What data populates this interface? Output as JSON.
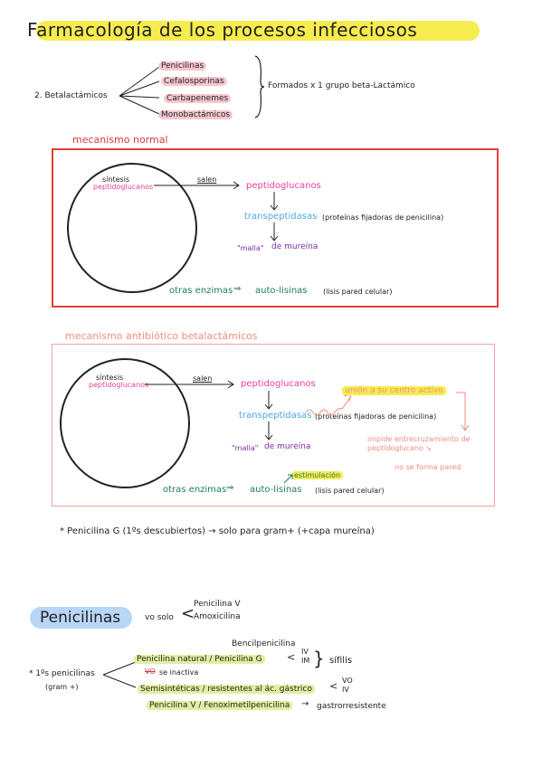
{
  "title": "Farmacología de los procesos infecciosos",
  "betalactam": {
    "label": "2. Betalactámicos",
    "items": [
      "Penicilinas",
      "Cefalosporinas",
      "Carbapenemes",
      "Monobactámicos"
    ],
    "note": "Formados x 1 grupo beta-Lactámico"
  },
  "normal": {
    "heading": "mecanismo normal",
    "sintesis": "síntesis",
    "peptido_small": "peptidoglucanos",
    "salen": "salen",
    "peptido": "peptidoglucanos",
    "transp": "transpeptidasas",
    "transp_note": "(proteínas fijadoras de penicilina)",
    "malla": "\"malla\"",
    "mureina": "de mureína",
    "otras": "otras enzimas",
    "auto": "auto-lisinas",
    "lisis": "(lisis pared celular)"
  },
  "antibiotico": {
    "heading": "mecanismo antibiótico betalactámicos",
    "sintesis": "síntesis",
    "peptido_small": "peptidoglucanos",
    "salen": "salen",
    "peptido": "peptidoglucanos",
    "transp": "transpeptidasas",
    "transp_note": "(proteínas fijadoras de penicilina)",
    "malla": "\"malla\"",
    "mureina": "de mureína",
    "union": "unión a su centro activo",
    "impide": "impide entrecruzamiento de",
    "impide2": "peptidoglucano",
    "no_forma": "no se forma pared",
    "estimulacion": "estimulación",
    "otras": "otras enzimas",
    "auto": "auto-lisinas",
    "lisis": "(lisis pared celular)"
  },
  "penicilina_g_note": "* Penicilina G (1ºs descubiertos) → solo para gram+ (+capa mureína)",
  "penicilinas": {
    "heading": "Penicilinas",
    "vo_solo": "vo solo",
    "vo_items": [
      "Penicilina V",
      "Amoxicilina"
    ],
    "first": "* 1ºs penicilinas",
    "first_sub": "(gram +)",
    "bencil": "Bencilpenicilina",
    "natural": "Penicilina natural / Penicilina G",
    "iv": "IV",
    "im": "IM",
    "sifilis": "sífilis",
    "vo_x": "VO",
    "inactiva": "se inactiva",
    "semi": "Semisintéticas / resistentes al ác. gástrico",
    "vo2": "VO",
    "iv2": "IV",
    "penV": "Penicilina V / Fenoximetilpenicilina",
    "gastro": "gastrorresistente"
  }
}
